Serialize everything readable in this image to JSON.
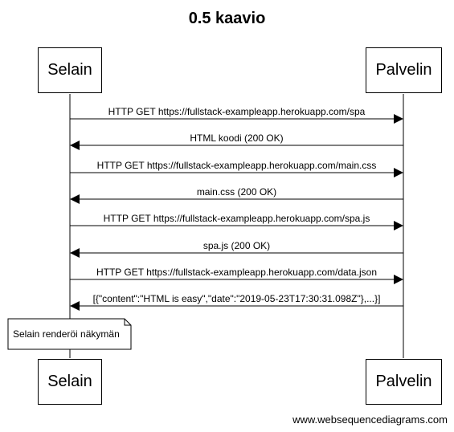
{
  "diagram": {
    "title": "0.5 kaavio",
    "actors": {
      "browser": "Selain",
      "server": "Palvelin"
    },
    "messages": [
      {
        "from": "browser",
        "to": "server",
        "label": "HTTP GET https://fullstack-exampleapp.herokuapp.com/spa"
      },
      {
        "from": "server",
        "to": "browser",
        "label": "HTML koodi (200 OK)"
      },
      {
        "from": "browser",
        "to": "server",
        "label": "HTTP GET https://fullstack-exampleapp.herokuapp.com/main.css"
      },
      {
        "from": "server",
        "to": "browser",
        "label": "main.css (200 OK)"
      },
      {
        "from": "browser",
        "to": "server",
        "label": "HTTP GET https://fullstack-exampleapp.herokuapp.com/spa.js"
      },
      {
        "from": "server",
        "to": "browser",
        "label": "spa.js (200 OK)"
      },
      {
        "from": "browser",
        "to": "server",
        "label": "HTTP GET https://fullstack-exampleapp.herokuapp.com/data.json"
      },
      {
        "from": "server",
        "to": "browser",
        "label": "[{\"content\":\"HTML is easy\",\"date\":\"2019-05-23T17:30:31.098Z\"},...}]"
      }
    ],
    "note": "Selain renderöi näkymän",
    "footer": "www.websequencediagrams.com"
  }
}
